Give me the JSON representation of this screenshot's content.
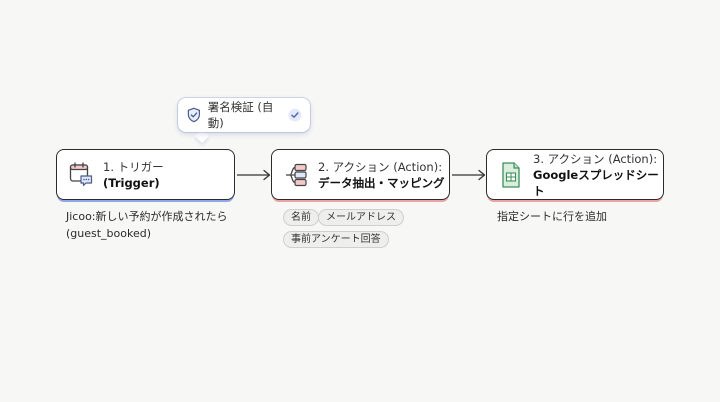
{
  "badge": {
    "label": "署名検証 (自動)",
    "icon": "shield-check-icon",
    "check_icon": "check-circle-icon"
  },
  "nodes": [
    {
      "line1": "1. トリガー",
      "line2": "(Trigger)",
      "icon": "calendar-chat-icon"
    },
    {
      "line1": "2. アクション (Action):",
      "line2": "データ抽出・マッピング",
      "icon": "data-mapping-icon"
    },
    {
      "line1": "3. アクション (Action):",
      "line2": "Googleスプレッドシート",
      "icon": "spreadsheet-icon"
    }
  ],
  "captions": {
    "trigger_line1": "Jicoo:新しい予約が作成されたら",
    "trigger_line2": "(guest_booked)",
    "sheet": "指定シートに行を追加"
  },
  "tags": [
    "名前",
    "メールアドレス",
    "事前アンケート回答"
  ],
  "colors": {
    "accent_blue": "#8fa6e8",
    "accent_red": "#e9a3a3",
    "sheet_green": "#3d8f5a"
  }
}
